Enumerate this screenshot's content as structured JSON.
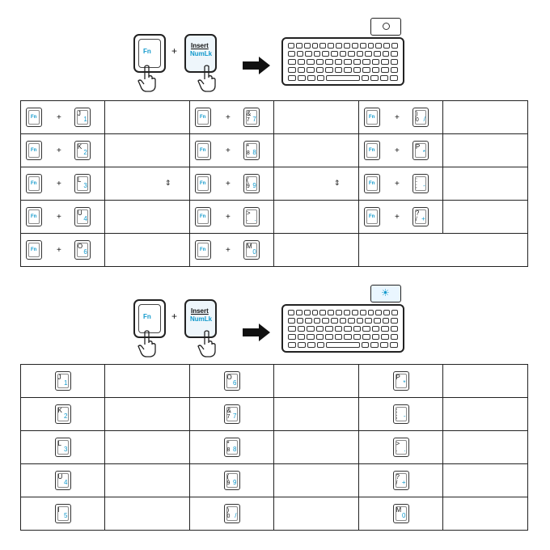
{
  "combo": {
    "fn_label": "Fn",
    "plus": "+",
    "insert_label": "Insert",
    "numlk_label": "NumLk"
  },
  "table1": {
    "plus": "+",
    "fn": "Fn",
    "rows": [
      [
        {
          "key": "J",
          "sub": "",
          "num": "1"
        },
        {
          "key": "&",
          "sub": "7",
          "num": "7"
        },
        {
          "key": ")",
          "sub": "0",
          "num": "/"
        }
      ],
      [
        {
          "key": "K",
          "sub": "",
          "num": "2"
        },
        {
          "key": "*",
          "sub": "8",
          "num": "8"
        },
        {
          "key": "P",
          "sub": "",
          "num": "*"
        }
      ],
      [
        {
          "key": "L",
          "sub": "",
          "num": "3"
        },
        {
          "key": "(",
          "sub": "9",
          "num": "9"
        },
        {
          "key": ":",
          "sub": ";",
          "num": "-"
        }
      ],
      [
        {
          "key": "U",
          "sub": "",
          "num": "4"
        },
        {
          "key": ">",
          "sub": ".",
          "num": "."
        },
        {
          "key": "?",
          "sub": "/",
          "num": "+"
        }
      ],
      [
        {
          "key": "O",
          "sub": "",
          "num": "6"
        },
        {
          "key": "M",
          "sub": "",
          "num": "0"
        },
        null
      ]
    ],
    "updown_glyph": "⇕"
  },
  "table2": {
    "rows": [
      [
        {
          "key": "J",
          "sub": "",
          "num": "1"
        },
        {
          "key": "O",
          "sub": "",
          "num": "6"
        },
        {
          "key": "P",
          "sub": "",
          "num": "*"
        }
      ],
      [
        {
          "key": "K",
          "sub": "",
          "num": "2"
        },
        {
          "key": "&",
          "sub": "7",
          "num": "7"
        },
        {
          "key": ":",
          "sub": ";",
          "num": "-"
        }
      ],
      [
        {
          "key": "L",
          "sub": "",
          "num": "3"
        },
        {
          "key": "*",
          "sub": "8",
          "num": "8"
        },
        {
          "key": ">",
          "sub": ".",
          "num": "."
        }
      ],
      [
        {
          "key": "U",
          "sub": "",
          "num": "4"
        },
        {
          "key": "(",
          "sub": "9",
          "num": "9"
        },
        {
          "key": "?",
          "sub": "/",
          "num": "+"
        }
      ],
      [
        {
          "key": "I",
          "sub": "",
          "num": "5"
        },
        {
          "key": ")",
          "sub": "0",
          "num": "/"
        },
        {
          "key": "M",
          "sub": "",
          "num": "0"
        }
      ]
    ]
  },
  "colors": {
    "accent": "#1199cc"
  },
  "icons": {
    "lamp": "indicator-lamp-icon",
    "backlight": "sun-icon"
  }
}
